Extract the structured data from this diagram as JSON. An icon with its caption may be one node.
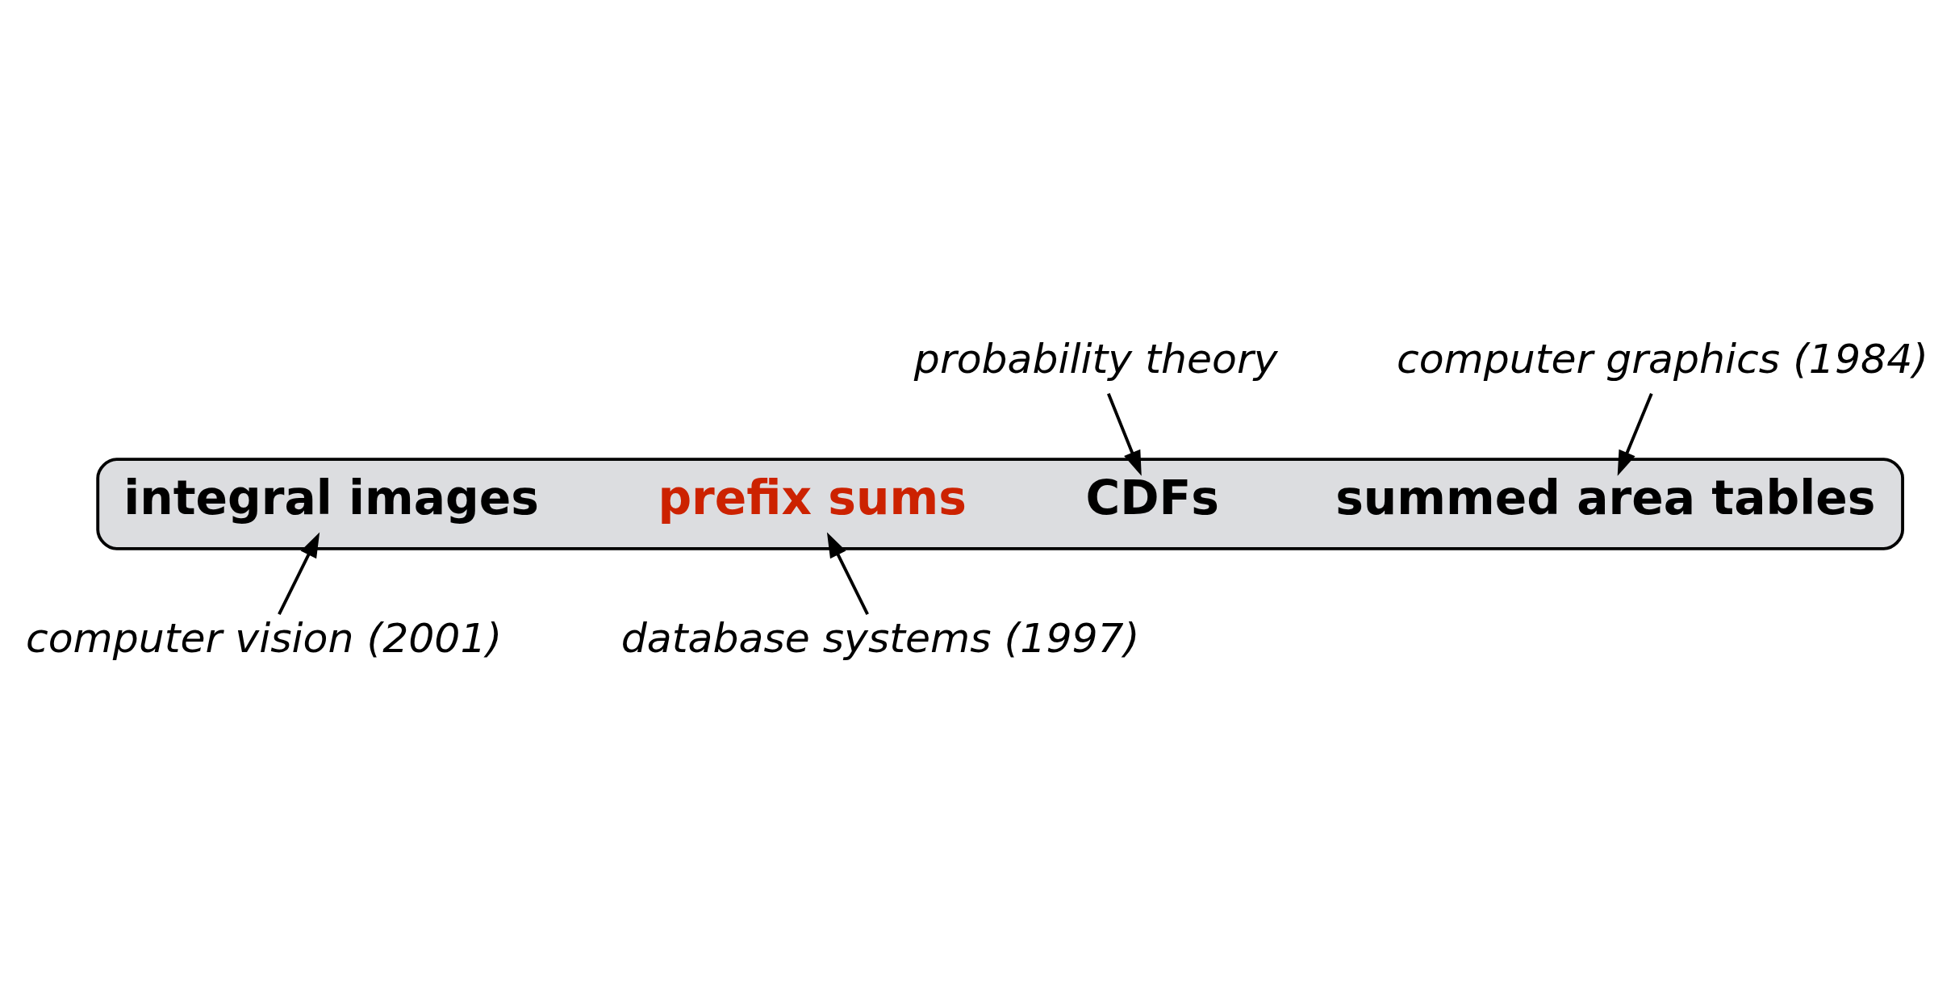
{
  "diagram": {
    "nodes": [
      {
        "text": [],
        "shape": "ellipse"
      },
      {
        "text": [
          "CDFs"
        ],
        "in": 0
      },
      {
        "text": [
          "summed area tables"
        ],
        "in": 0
      },
      {
        "text": [
          "integral images"
        ],
        "in": 0
      },
      {
        "text": [
          "prefix sums"
        ],
        "in": 0
      },
      {
        "text": [
          "probability theory"
        ]
      },
      {
        "text": [
          "computer graphics (1984)"
        ]
      },
      {
        "text": [
          "database systems (1997)"
        ]
      },
      {
        "text": [
          "computer vision (2001)"
        ]
      }
    ],
    "edges": [
      {
        "from": 5,
        "to": 1,
        "arrow": "to"
      },
      {
        "from": 6,
        "to": 2,
        "arrow": "to"
      },
      {
        "from": 7,
        "to": 4,
        "arrow": "to"
      },
      {
        "from": 8,
        "to": 3,
        "arrow": "to"
      }
    ]
  }
}
